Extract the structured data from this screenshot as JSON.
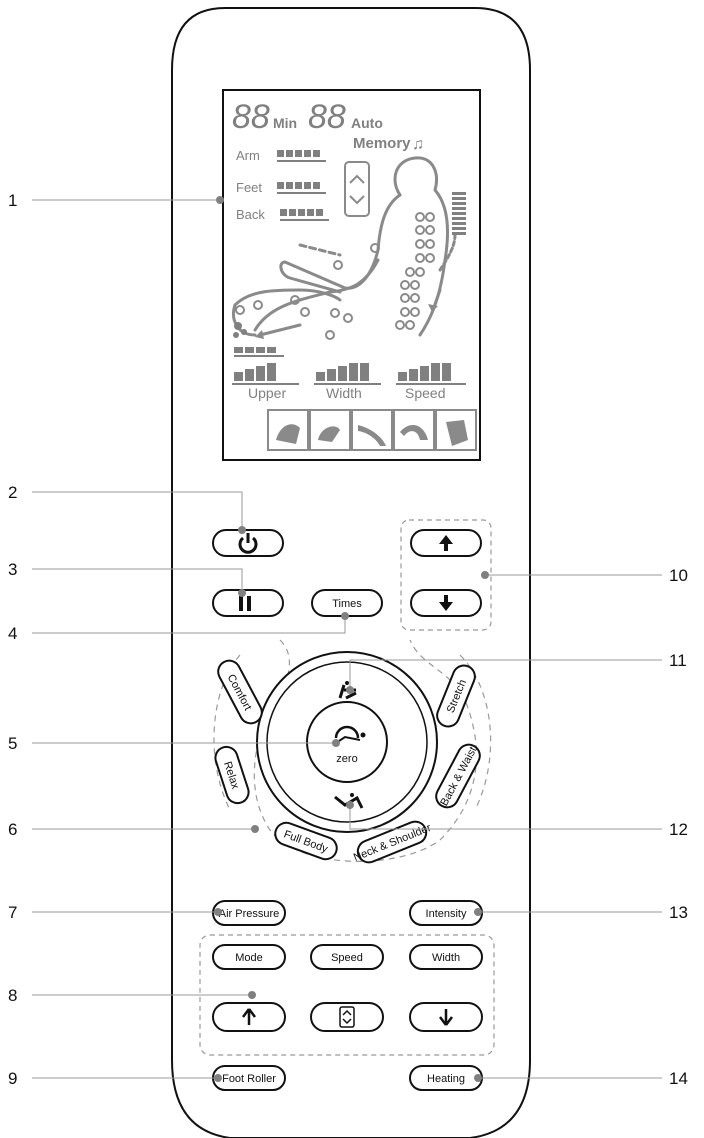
{
  "callouts": [
    "1",
    "2",
    "3",
    "4",
    "5",
    "6",
    "7",
    "8",
    "9",
    "10",
    "11",
    "12",
    "13",
    "14"
  ],
  "lcd": {
    "digits_left": "88",
    "min": "Min",
    "digits_right": "88",
    "auto": "Auto",
    "memory": "Memory",
    "arm": "Arm",
    "feet": "Feet",
    "back": "Back",
    "upper": "Upper",
    "width": "Width",
    "speed": "Speed"
  },
  "buttons": {
    "times": "Times",
    "comfort": "Comfort",
    "relax": "Relax",
    "full_body": "Full Body",
    "neck_shoulder": "Neck & Shoulder",
    "back_waist": "Back & Waist",
    "stretch": "Stretch",
    "zero": "zero",
    "air_pressure": "Air Pressure",
    "intensity": "Intensity",
    "mode": "Mode",
    "speed": "Speed",
    "width": "Width",
    "foot_roller": "Foot Roller",
    "heating": "Heating"
  },
  "icons": {
    "power": "power-icon",
    "pause": "pause-icon",
    "up": "arrow-up-icon",
    "down": "arrow-down-icon",
    "recline_up": "recline-up-icon",
    "recline_down": "recline-down-icon",
    "zero_gravity": "zero-gravity-icon",
    "position": "position-icon"
  },
  "colors": {
    "outline": "#111111",
    "lcd": "#808080",
    "leader": "#999999"
  }
}
